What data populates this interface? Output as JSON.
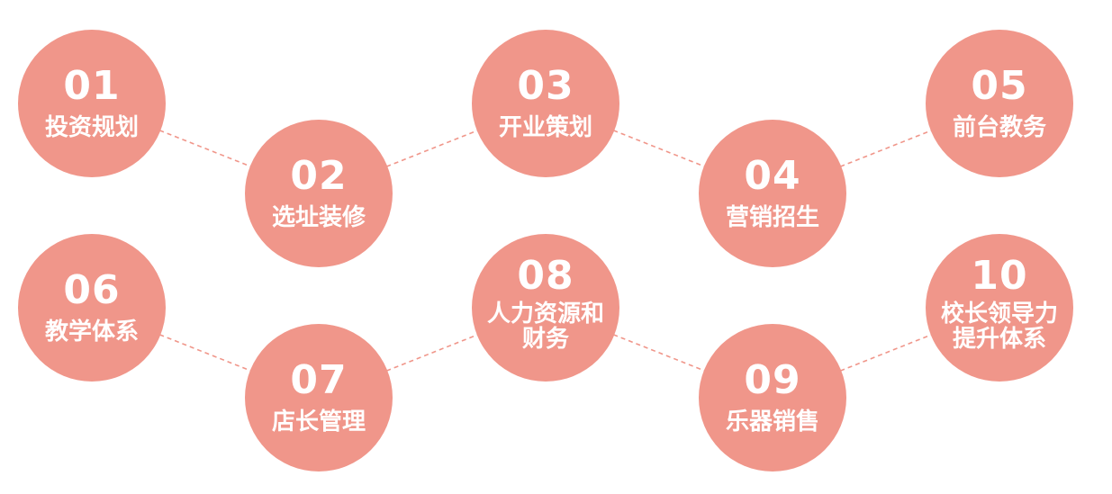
{
  "colors": {
    "circle_fill": "#F0968A",
    "connector": "#F0968A"
  },
  "nodes": [
    {
      "number": "01",
      "label": "投资规划"
    },
    {
      "number": "02",
      "label": "选址装修"
    },
    {
      "number": "03",
      "label": "开业策划"
    },
    {
      "number": "04",
      "label": "营销招生"
    },
    {
      "number": "05",
      "label": "前台教务"
    },
    {
      "number": "06",
      "label": "教学体系"
    },
    {
      "number": "07",
      "label": "店长管理"
    },
    {
      "number": "08",
      "label": "人力资源和\n财务"
    },
    {
      "number": "09",
      "label": "乐器销售"
    },
    {
      "number": "10",
      "label": "校长领导力\n提升体系"
    }
  ],
  "connections": [
    [
      0,
      1
    ],
    [
      1,
      2
    ],
    [
      2,
      3
    ],
    [
      3,
      4
    ],
    [
      5,
      6
    ],
    [
      6,
      7
    ],
    [
      7,
      8
    ],
    [
      8,
      9
    ]
  ]
}
